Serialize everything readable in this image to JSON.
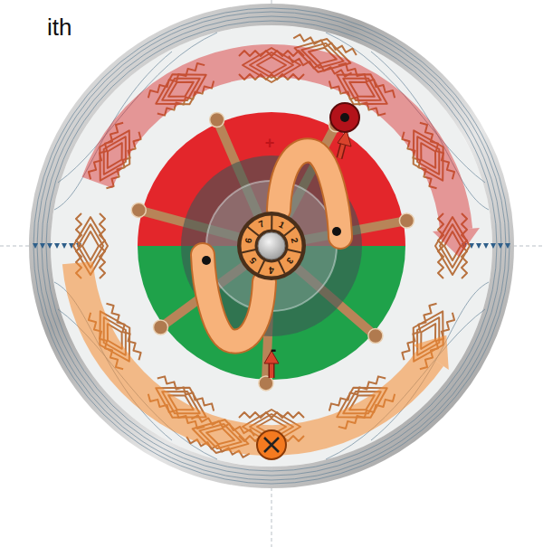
{
  "diagram": {
    "labels": [
      "ith",
      "+",
      "-",
      "7",
      "1",
      "2",
      "3",
      "4",
      "5",
      "6"
    ]
  }
}
